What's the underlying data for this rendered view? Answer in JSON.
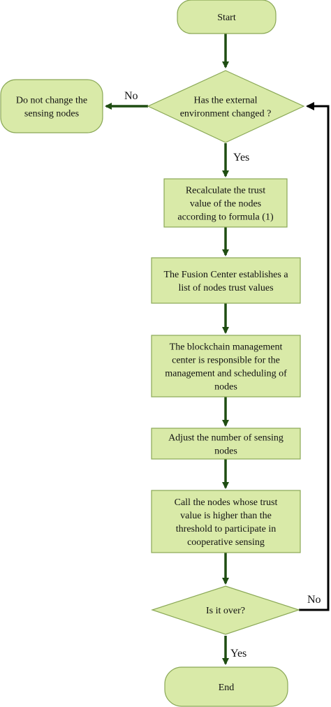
{
  "nodes": {
    "start": [
      "Start"
    ],
    "decision_env": [
      "Has the external",
      "environment changed ?"
    ],
    "no_change": [
      "Do not change the",
      "sensing nodes"
    ],
    "recalculate": [
      "Recalculate the trust",
      "value of the nodes",
      "according to formula (1)"
    ],
    "fusion_center": [
      "The Fusion Center establishes a",
      "list of nodes trust values"
    ],
    "blockchain": [
      "The blockchain management",
      "center is responsible for the",
      "management and scheduling of",
      "nodes"
    ],
    "adjust": [
      "Adjust the number of sensing",
      "nodes"
    ],
    "call_nodes": [
      "Call the nodes whose trust",
      "value is higher than the",
      "threshold to participate in",
      "cooperative sensing"
    ],
    "decision_over": [
      "Is it over?"
    ],
    "end": [
      "End"
    ]
  },
  "edge_labels": {
    "env_no": "No",
    "env_yes": "Yes",
    "over_no": "No",
    "over_yes": "Yes"
  },
  "colors": {
    "node_fill": "#d9eaa8",
    "node_stroke": "#8aa856",
    "arrow": "#1f4d12",
    "loop": "#000000"
  }
}
